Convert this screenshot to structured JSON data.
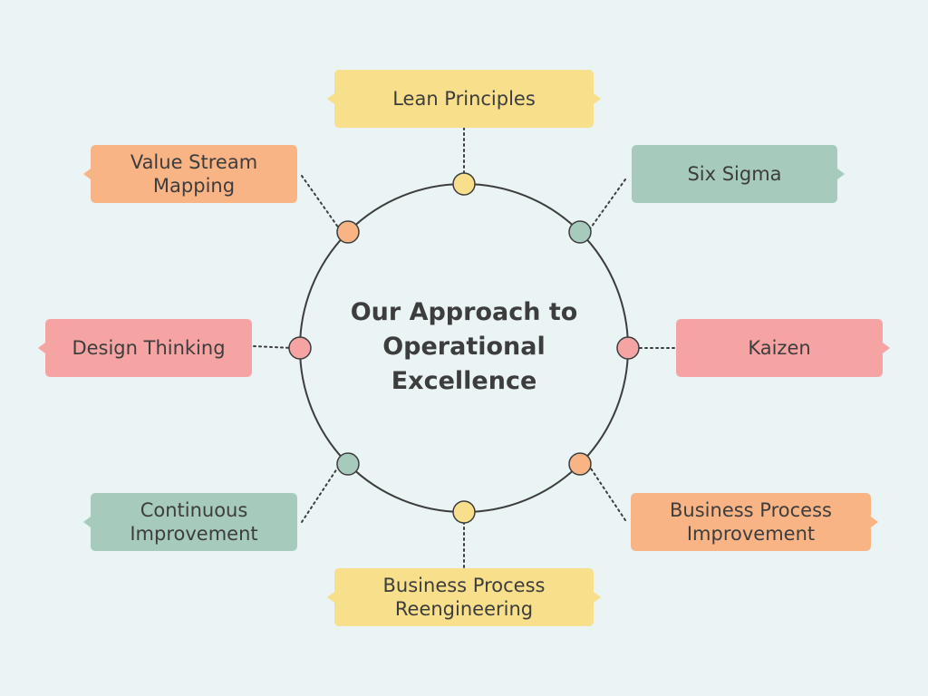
{
  "title": "Our Approach to\nOperational\nExcellence",
  "colors": {
    "background": "#eaf4f5",
    "yellow": "#f7df8c",
    "orange": "#f9b486",
    "green": "#a6cbbd",
    "pink": "#f6a3a3",
    "outline": "#3d3d3d"
  },
  "nodes": [
    {
      "id": "lean",
      "label": "Lean Principles",
      "color": "yellow"
    },
    {
      "id": "six-sigma",
      "label": "Six Sigma",
      "color": "green"
    },
    {
      "id": "kaizen",
      "label": "Kaizen",
      "color": "pink"
    },
    {
      "id": "bpi",
      "label": "Business Process\nImprovement",
      "color": "orange"
    },
    {
      "id": "bpr",
      "label": "Business Process\nReengineering",
      "color": "yellow"
    },
    {
      "id": "continuous",
      "label": "Continuous\nImprovement",
      "color": "green"
    },
    {
      "id": "design",
      "label": "Design Thinking",
      "color": "pink"
    },
    {
      "id": "vsm",
      "label": "Value Stream\nMapping",
      "color": "orange"
    }
  ]
}
